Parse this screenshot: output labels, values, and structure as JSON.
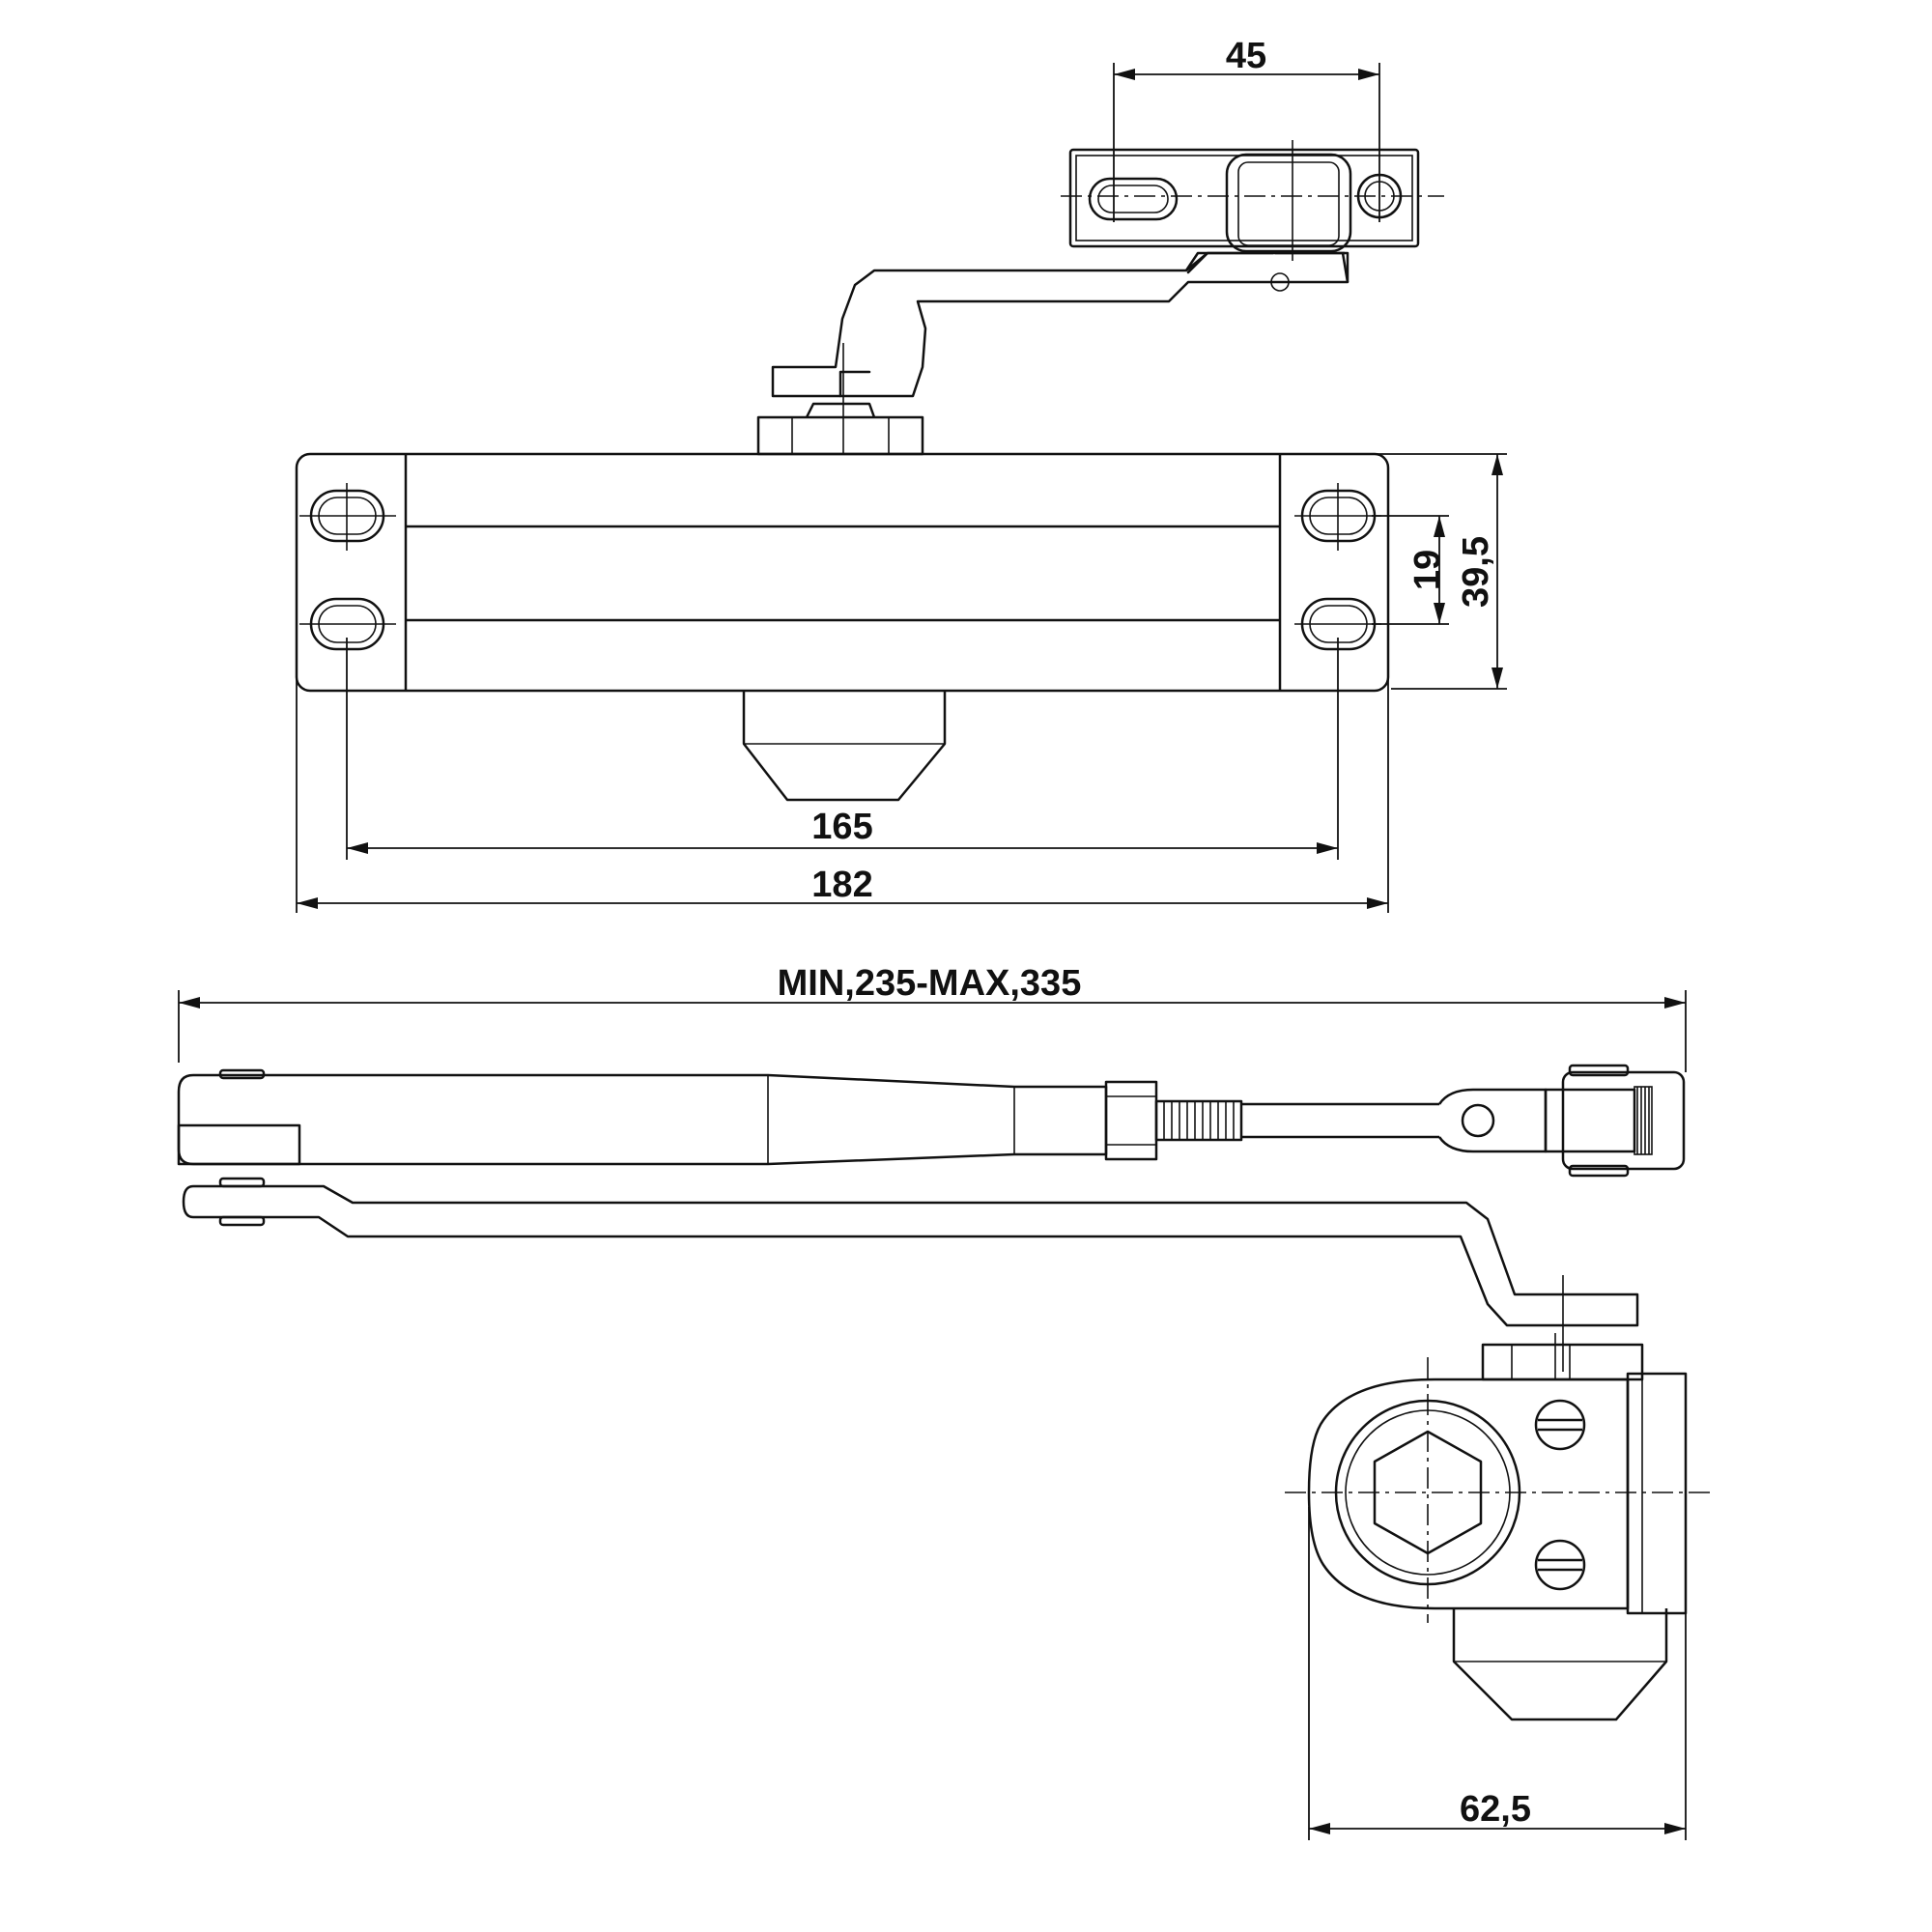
{
  "dimensions": {
    "slot_spacing": "45",
    "inner_height": "19",
    "body_height": "39,5",
    "hole_spacing": "165",
    "body_length": "182",
    "arm_reach": "MIN,235-MAX,335",
    "side_depth": "62,5"
  },
  "colors": {
    "line": "#111111",
    "background": "#ffffff"
  }
}
